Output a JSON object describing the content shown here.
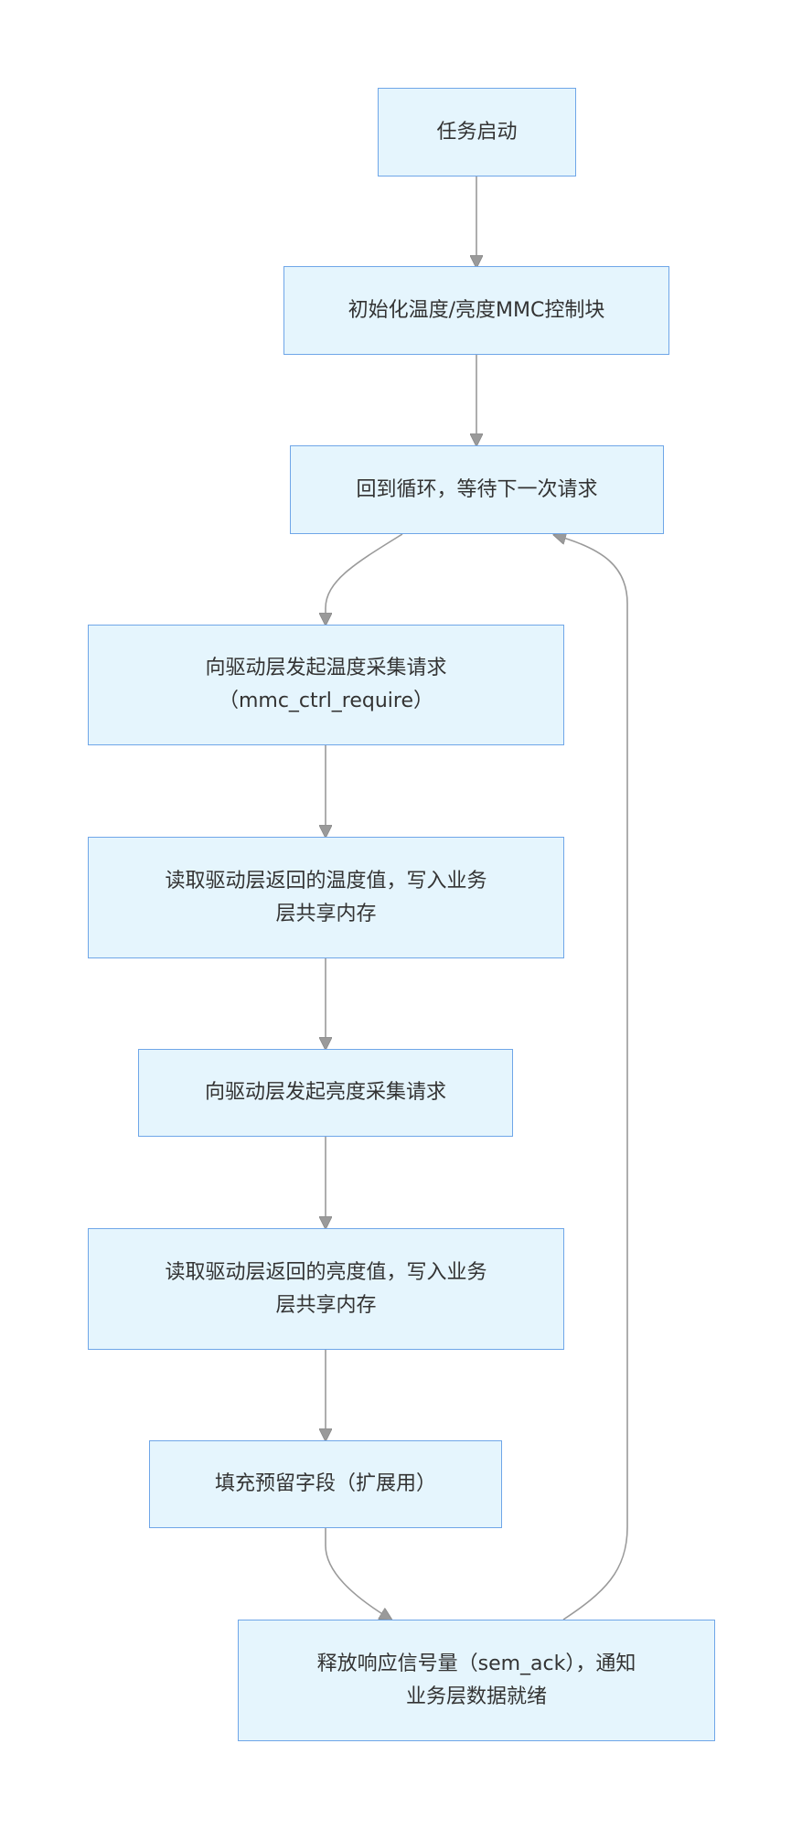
{
  "nodes": {
    "start": {
      "label": "任务启动"
    },
    "init": {
      "label": "初始化温度/亮度MMC控制块"
    },
    "loop": {
      "label": "回到循环，等待下一次请求"
    },
    "req_temp": {
      "line1": "向驱动层发起温度采集请求",
      "line2": "（mmc_ctrl_require）"
    },
    "read_temp": {
      "line1": "读取驱动层返回的温度值，写入业务",
      "line2": "层共享内存"
    },
    "req_bright": {
      "label": "向驱动层发起亮度采集请求"
    },
    "read_bright": {
      "line1": "读取驱动层返回的亮度值，写入业务",
      "line2": "层共享内存"
    },
    "reserved": {
      "label": "填充预留字段（扩展用）"
    },
    "sem_ack": {
      "line1": "释放响应信号量（sem_ack），通知",
      "line2": "业务层数据就绪"
    }
  },
  "edges": [
    {
      "from": "start",
      "to": "init"
    },
    {
      "from": "init",
      "to": "loop"
    },
    {
      "from": "loop",
      "to": "req_temp"
    },
    {
      "from": "req_temp",
      "to": "read_temp"
    },
    {
      "from": "read_temp",
      "to": "req_bright"
    },
    {
      "from": "req_bright",
      "to": "read_bright"
    },
    {
      "from": "read_bright",
      "to": "reserved"
    },
    {
      "from": "reserved",
      "to": "sem_ack"
    },
    {
      "from": "sem_ack",
      "to": "loop"
    }
  ],
  "colors": {
    "node_fill": "#e5f5fd",
    "node_border": "#6fa6e8",
    "edge": "#9a9a9a",
    "text": "#333333"
  }
}
